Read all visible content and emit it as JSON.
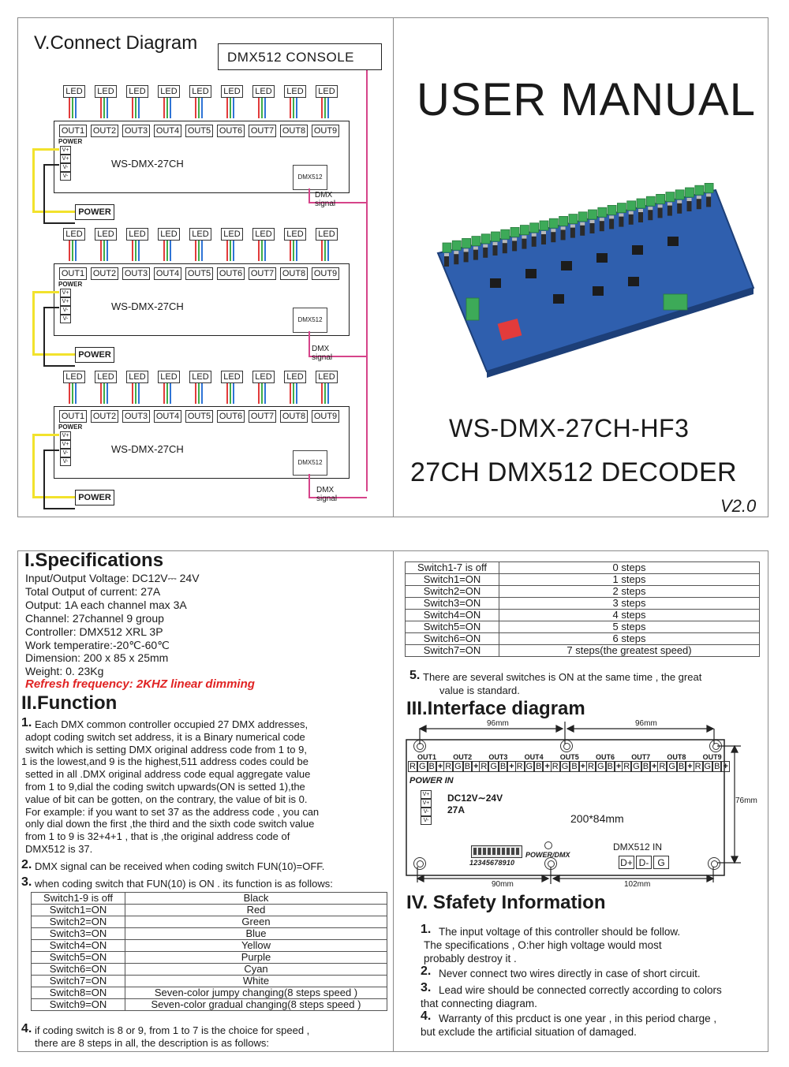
{
  "connect": {
    "title": "V.Connect Diagram",
    "console": "DMX512 CONSOLE",
    "led": "LED",
    "outs": [
      "OUT1",
      "OUT2",
      "OUT3",
      "OUT4",
      "OUT5",
      "OUT6",
      "OUT7",
      "OUT8",
      "OUT9"
    ],
    "power_small": "POWER",
    "vterms": [
      "V+",
      "V+",
      "V-",
      "V-"
    ],
    "device": "WS-DMX-27CH",
    "dmx_box": "DMX512",
    "power_box": "POWER",
    "signal": "DMX  signal"
  },
  "cover": {
    "title": "USER MANUAL",
    "model": "WS-DMX-27CH-HF3",
    "subtitle": "27CH DMX512 DECODER",
    "version": "V2.0"
  },
  "spec": {
    "heading": "I.Specifications",
    "lines": [
      "Input/Output Voltage: DC12V⎓ 24V",
      "Total Output of current: 27A",
      "Output: 1A each channel max 3A",
      "Channel: 27channel 9 group",
      "Controller: DMX512 XRL 3P",
      "Work temperatire:-20℃-60℃",
      "Dimension: 200 x 85 x 25mm",
      "Weight: 0. 23Kg"
    ],
    "refresh_label": "Refresh frequency",
    "refresh_value": ": 2KHZ   linear dimming"
  },
  "function": {
    "heading": "II.Function",
    "p1_num": "1.",
    "p1_lines": [
      "Each DMX common controller occupied 27 DMX addresses,",
      "adopt coding switch set address, it is a Binary numerical code",
      "switch which is setting DMX original address code from 1 to 9,",
      "1 is the lowest,and 9 is the highest,511 address codes  could be",
      "setted  in all .DMX original address code equal aggregate value",
      "from 1 to 9,dial the coding switch upwards(ON is setted 1),the",
      "value of bit can be  gotten, on the contrary, the value of bit is 0.",
      "For example: if you want to set 37 as the address code , you can",
      "only dial down the first ,the third and the  sixth code switch value",
      "from 1 to 9 is 32+4+1 , that is ,the original address  code of",
      "DMX512 is 37."
    ],
    "p2_num": "2.",
    "p2": "DMX signal can be received when coding switch FUN(10)=OFF.",
    "p3_num": "3.",
    "p3": "when coding switch that FUN(10) is ON . its function is as follows:",
    "table1": [
      [
        "Switch1-9 is off",
        "Black"
      ],
      [
        "Switch1=ON",
        "Red"
      ],
      [
        "Switch2=ON",
        "Green"
      ],
      [
        "Switch3=ON",
        "Blue"
      ],
      [
        "Switch4=ON",
        "Yellow"
      ],
      [
        "Switch5=ON",
        "Purple"
      ],
      [
        "Switch6=ON",
        "Cyan"
      ],
      [
        "Switch7=ON",
        "White"
      ],
      [
        "Switch8=ON",
        "Seven-color jumpy changing(8 steps speed )"
      ],
      [
        "Switch9=ON",
        "Seven-color gradual changing(8 steps speed )"
      ]
    ],
    "p4_num": "4.",
    "p4_a": "if coding switch is 8 or 9,  from 1 to 7 is the choice for speed ,",
    "p4_b": "there are 8 steps in all, the description is as follows:"
  },
  "right": {
    "table2": [
      [
        "Switch1-7 is off",
        "0 steps"
      ],
      [
        "Switch1=ON",
        "1 steps"
      ],
      [
        "Switch2=ON",
        "2 steps"
      ],
      [
        "Switch3=ON",
        "3 steps"
      ],
      [
        "Switch4=ON",
        "4 steps"
      ],
      [
        "Switch5=ON",
        "5 steps"
      ],
      [
        "Switch6=ON",
        "6 steps"
      ],
      [
        "Switch7=ON",
        "7 steps(the greatest speed)"
      ]
    ],
    "p5_num": "5.",
    "p5_a": "There are several switches is ON at the same time , the great",
    "p5_b": "value is standard.",
    "iface_heading": "III.Interface diagram",
    "dim_96a": "96mm",
    "dim_96b": "96mm",
    "dim_76": "76mm",
    "dim_90": "90mm",
    "dim_102": "102mm",
    "iface_outs": [
      "OUT1",
      "OUT2",
      "OUT3",
      "OUT4",
      "OUT5",
      "OUT6",
      "OUT7",
      "OUT8",
      "OUT9"
    ],
    "power_in": "POWER  IN",
    "dc": "DC12V∼24V",
    "amp": "27A",
    "size": "200*84mm",
    "dmx_in": "DMX512  IN",
    "dmx_terms": [
      "D+",
      "D-",
      "G"
    ],
    "power_dmx": "POWER/DMX",
    "switch_nums": "12345678910",
    "safety_heading": "IV. Sfafety Information",
    "s1_num": "1.",
    "s1_a": "The input voltage of this controller should be follow.",
    "s1_b": "The specifications , O:her high voltage would most",
    "s1_c": "probably destroy it .",
    "s2_num": "2.",
    "s2": "Never connect two wires directly in case of short circuit.",
    "s3_num": "3.",
    "s3_a": "Lead wire should be connected correctly according to colors",
    "s3_b": "that connecting diagram.",
    "s4_num": "4.",
    "s4_a": "Warranty of this prcduct is one year , in this period charge ,",
    "s4_b": "but exclude the artificial situation of damaged."
  }
}
